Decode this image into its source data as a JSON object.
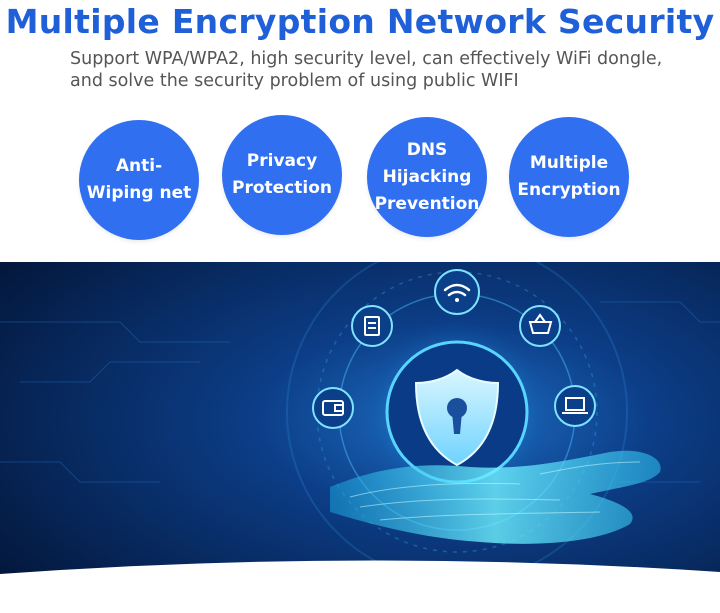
{
  "title": "Multiple Encryption Network Security",
  "subtitle_line1": "Support WPA/WPA2, high security level, can effectively WiFi dongle,",
  "subtitle_line2": "and solve the security problem of using public WIFI",
  "features": [
    {
      "line1": "Anti-",
      "line2": "Wiping net"
    },
    {
      "line1": "Privacy",
      "line2": "Protection"
    },
    {
      "line1": "DNS Hijacking",
      "line2": "Prevention"
    },
    {
      "line1": "Multiple",
      "line2": "Encryption"
    }
  ],
  "colors": {
    "brand_blue": "#1f5fd8",
    "circle_blue": "#2f6ff0",
    "hero_dark": "#041a3e",
    "glow_cyan": "#3fd6ff"
  },
  "hero_icons": [
    "wifi-icon",
    "cart-icon",
    "laptop-icon",
    "wallet-icon",
    "notebook-icon",
    "shield-lock-icon"
  ]
}
